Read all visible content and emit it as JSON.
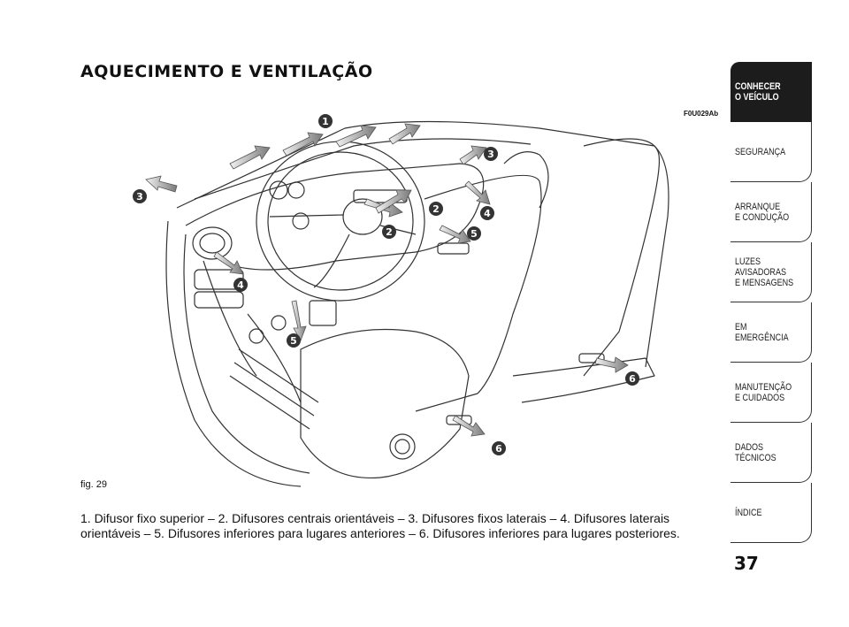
{
  "page": {
    "title": "AQUECIMENTO E VENTILAÇÃO",
    "figure_code": "F0U029Ab",
    "figure_label": "fig. 29",
    "caption": "1. Difusor fixo superior – 2. Difusores centrais orientáveis – 3. Difusores fixos laterais – 4. Difusores laterais orientáveis – 5. Difusores inferiores para lugares anteriores – 6. Difusores inferiores para lugares posteriores.",
    "page_number": "37"
  },
  "sidebar": {
    "tabs": [
      {
        "label": "CONHECER\nO VEÍCULO",
        "active": true
      },
      {
        "label": "SEGURANÇA",
        "active": false
      },
      {
        "label": "ARRANQUE\nE CONDUÇÃO",
        "active": false
      },
      {
        "label": "LUZES\nAVISADORAS\nE MENSAGENS",
        "active": false
      },
      {
        "label": "EM EMERGÊNCIA",
        "active": false
      },
      {
        "label": "MANUTENÇÃO\nE CUIDADOS",
        "active": false
      },
      {
        "label": "DADOS\nTÉCNICOS",
        "active": false
      },
      {
        "label": "ÍNDICE",
        "active": false
      }
    ]
  },
  "illustration": {
    "callouts": [
      "1",
      "2",
      "2",
      "3",
      "3",
      "4",
      "4",
      "5",
      "5",
      "6",
      "6"
    ]
  }
}
